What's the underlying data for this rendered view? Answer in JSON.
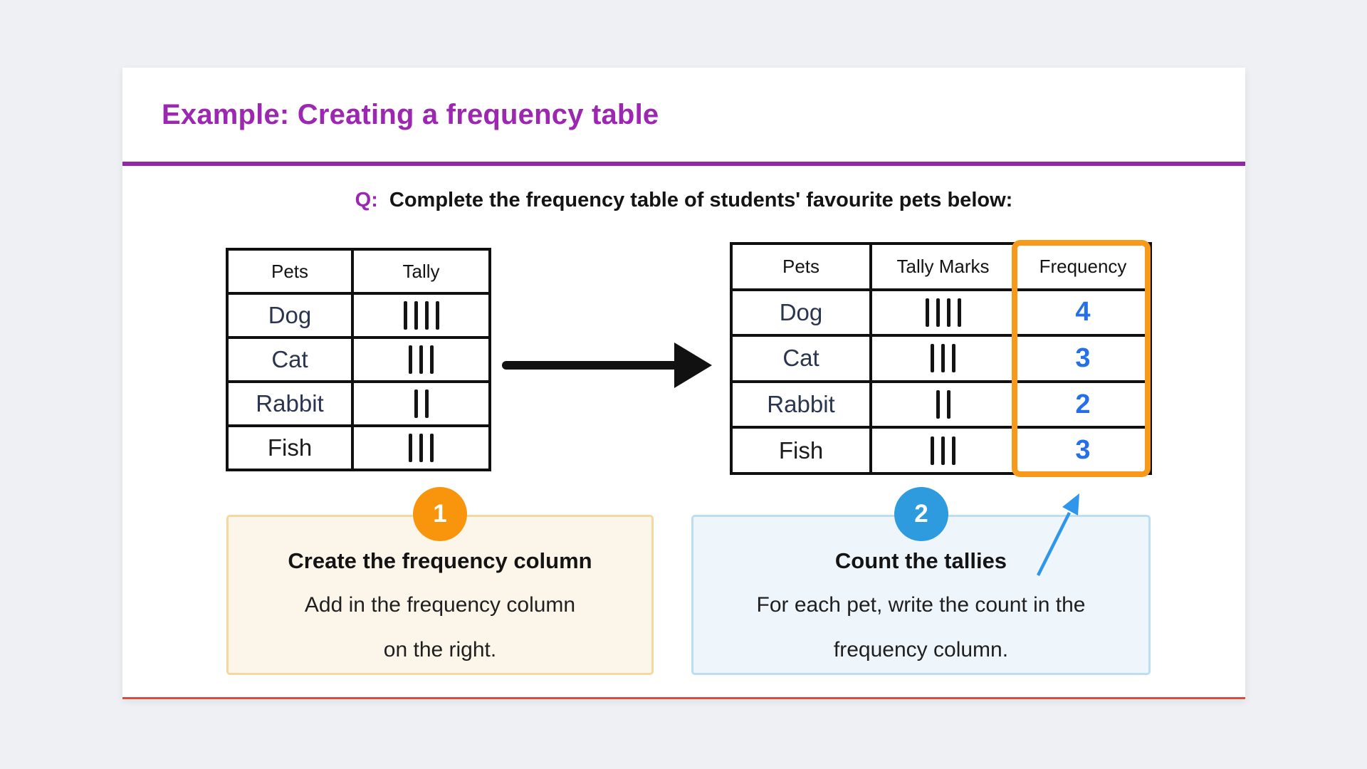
{
  "slide": {
    "title": "Example: Creating a frequency table",
    "question_prefix": "Q:",
    "question": "Complete the frequency table of students' favourite pets below:"
  },
  "source_table": {
    "col_headers": [
      "Pets",
      "Tally"
    ],
    "rows": [
      {
        "pet": "Dog",
        "tally_count": 4
      },
      {
        "pet": "Cat",
        "tally_count": 3
      },
      {
        "pet": "Rabbit",
        "tally_count": 2
      },
      {
        "pet": "Fish",
        "tally_count": 3
      }
    ]
  },
  "result_table": {
    "col_headers": [
      "Pets",
      "Tally Marks",
      "Frequency"
    ],
    "rows": [
      {
        "pet": "Dog",
        "tally_count": 4,
        "frequency": "4"
      },
      {
        "pet": "Cat",
        "tally_count": 3,
        "frequency": "3"
      },
      {
        "pet": "Rabbit",
        "tally_count": 2,
        "frequency": "2"
      },
      {
        "pet": "Fish",
        "tally_count": 3,
        "frequency": "3"
      }
    ]
  },
  "steps": [
    {
      "number": "1",
      "title": "Create the frequency column",
      "line1": "Add in the frequency column",
      "line2": "on the right."
    },
    {
      "number": "2",
      "title": "Count the tallies",
      "line1": "For each pet, write the count in the",
      "line2": "frequency column."
    }
  ],
  "colors": {
    "accent_purple": "#9c27b0",
    "divider_purple": "#9127a8",
    "highlight_orange": "#f79a1b",
    "step1_badge_orange": "#f8950c",
    "step2_badge_blue": "#2d9bde",
    "frequency_blue": "#2570e8",
    "pointer_arrow_blue": "#2f96ec",
    "transform_arrow_black": "#111111",
    "card_bottom_line_red": "#dc4c41"
  },
  "chart_data": {
    "type": "table",
    "title": "Students' favourite pets frequency table",
    "categories": [
      "Dog",
      "Cat",
      "Rabbit",
      "Fish"
    ],
    "tally_counts": [
      4,
      3,
      2,
      3
    ],
    "frequencies": [
      4,
      3,
      2,
      3
    ]
  }
}
